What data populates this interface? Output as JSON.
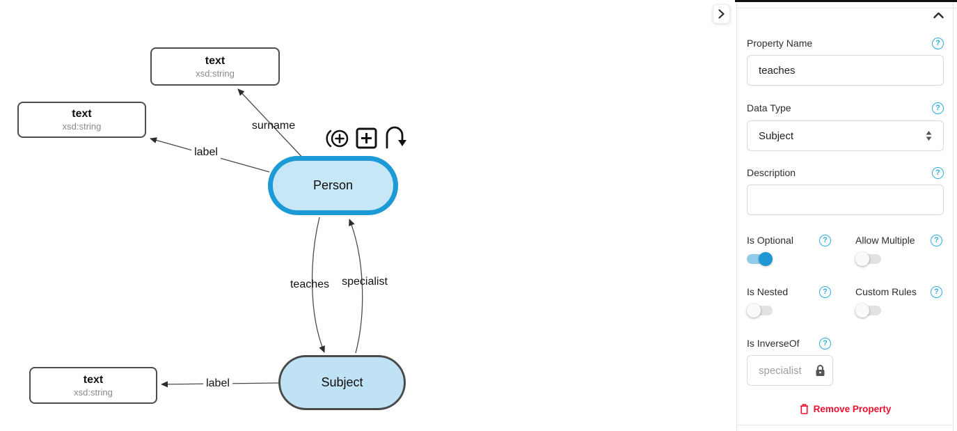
{
  "glyphs": {
    "help": "?"
  },
  "colors": {
    "accent_blue": "#1B9AD6",
    "node_fill": "#C7E6F6",
    "help_blue": "#29ABE2",
    "danger_red": "#E8112D",
    "toggle_on_track": "#8FCBEA",
    "toggle_on_knob": "#1F97D4"
  },
  "diagram": {
    "nodes": {
      "person": "Person",
      "subject": "Subject"
    },
    "datatype_boxes": [
      {
        "title": "text",
        "subtitle": "xsd:string"
      },
      {
        "title": "text",
        "subtitle": "xsd:string"
      },
      {
        "title": "text",
        "subtitle": "xsd:string"
      }
    ],
    "edges": {
      "surname": "surname",
      "person_label": "label",
      "teaches": "teaches",
      "specialist": "specialist",
      "subject_label": "label"
    }
  },
  "panel": {
    "property_name_label": "Property Name",
    "property_name_value": "teaches",
    "data_type_label": "Data Type",
    "data_type_value": "Subject",
    "description_label": "Description",
    "description_value": "",
    "is_optional_label": "Is Optional",
    "allow_multiple_label": "Allow Multiple",
    "is_nested_label": "Is Nested",
    "custom_rules_label": "Custom Rules",
    "is_inverse_of_label": "Is InverseOf",
    "is_inverse_of_value": "specialist",
    "remove_property_label": "Remove Property",
    "toggles": {
      "is_optional": true,
      "allow_multiple": false,
      "is_nested": false,
      "custom_rules": false
    }
  }
}
